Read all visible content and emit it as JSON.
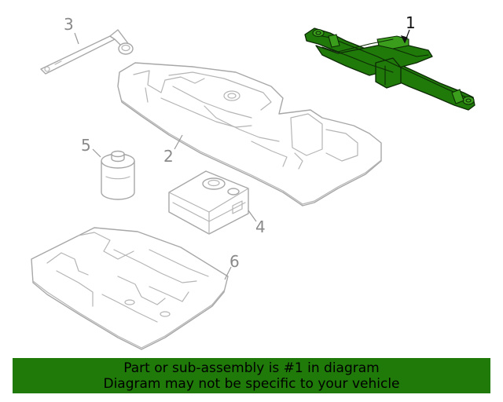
{
  "callouts": {
    "c1": "1",
    "c2": "2",
    "c3": "3",
    "c4": "4",
    "c5": "5",
    "c6": "6"
  },
  "highlight_color": "#1f7a0a",
  "banner": {
    "line1": "Part or sub-assembly is #1 in diagram",
    "line2": "Diagram may not be specific to your vehicle"
  }
}
